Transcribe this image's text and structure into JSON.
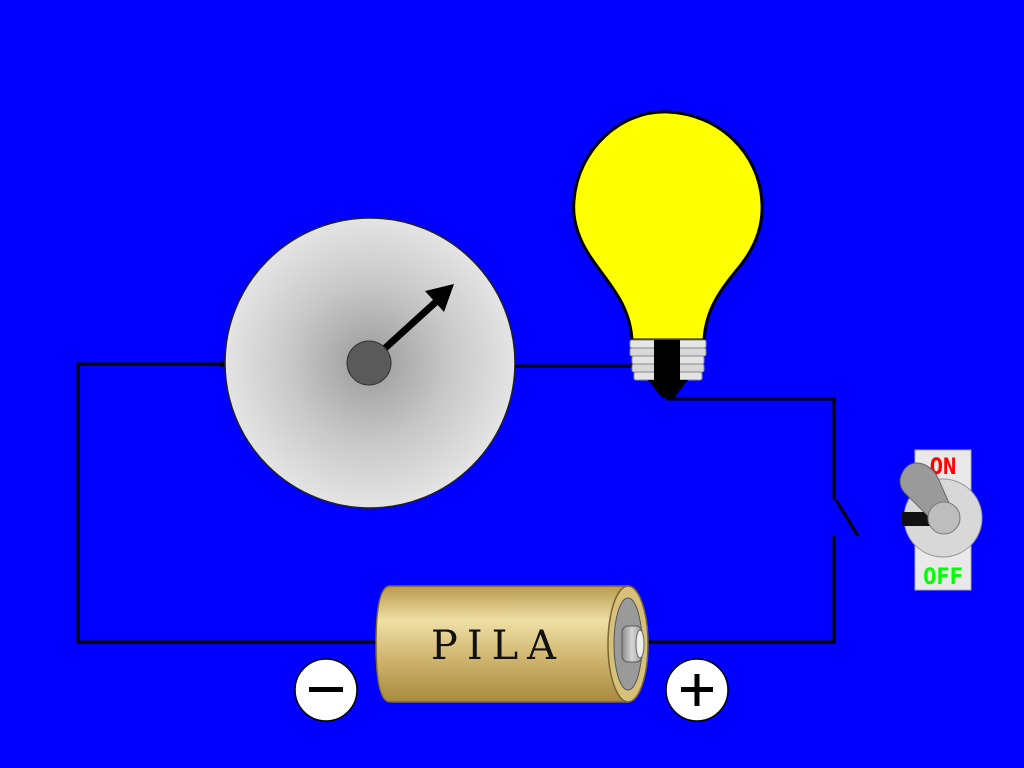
{
  "colors": {
    "background": "#0000ff",
    "wire": "#000000",
    "bulb": "#ffff00",
    "battery_body": "#d8c07a",
    "on_text": "#ff0000",
    "off_text": "#00ff00"
  },
  "battery": {
    "label": "PILA",
    "negative_symbol": "−",
    "positive_symbol": "+"
  },
  "switch": {
    "on_label": "ON",
    "off_label": "OFF",
    "state": "off"
  },
  "meter": {
    "needle_direction": "up-right"
  },
  "icons": {
    "meter": "galvanometer-icon",
    "bulb": "light-bulb-icon",
    "battery": "battery-icon",
    "switch": "toggle-switch-icon"
  }
}
